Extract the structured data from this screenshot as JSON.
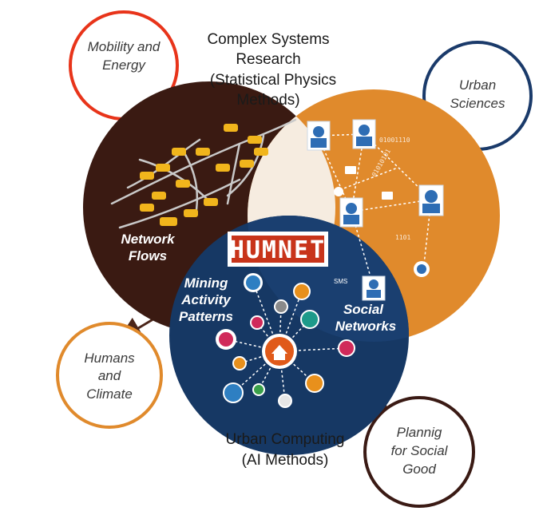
{
  "headings": {
    "complex_systems": [
      "Complex Systems",
      "Research",
      "(Statistical Physics",
      "Methods)"
    ],
    "urban_computing": [
      "Urban Computing",
      "(AI Methods)"
    ]
  },
  "venn_labels": {
    "network_flows": [
      "Network",
      "Flows"
    ],
    "social_networks": [
      "Social",
      "Networks"
    ],
    "mining_activity": [
      "Mining",
      "Activity",
      "Patterns"
    ],
    "logo": "HUMNET"
  },
  "outcomes": {
    "mobility": [
      "Mobility and",
      "Energy"
    ],
    "urban_sciences": [
      "Urban",
      "Sciences"
    ],
    "humans_climate": [
      "Humans",
      "and",
      "Climate"
    ],
    "social_good": [
      "Plannig",
      "for Social",
      "Good"
    ]
  },
  "embedded_text": {
    "sms": "SMS",
    "binary_a": "01001110",
    "binary_b": "01010101",
    "binary_c": "1101"
  },
  "colors": {
    "dark_brown": "#3a1a12",
    "orange": "#e08a2c",
    "navy": "#163864",
    "logo_red": "#c8341a",
    "mobility_ring": "#e8341a",
    "urban_ring": "#1a3a6a",
    "climate_ring": "#e08a2c",
    "good_ring": "#3a1a14",
    "arrow": "#4a2418"
  }
}
